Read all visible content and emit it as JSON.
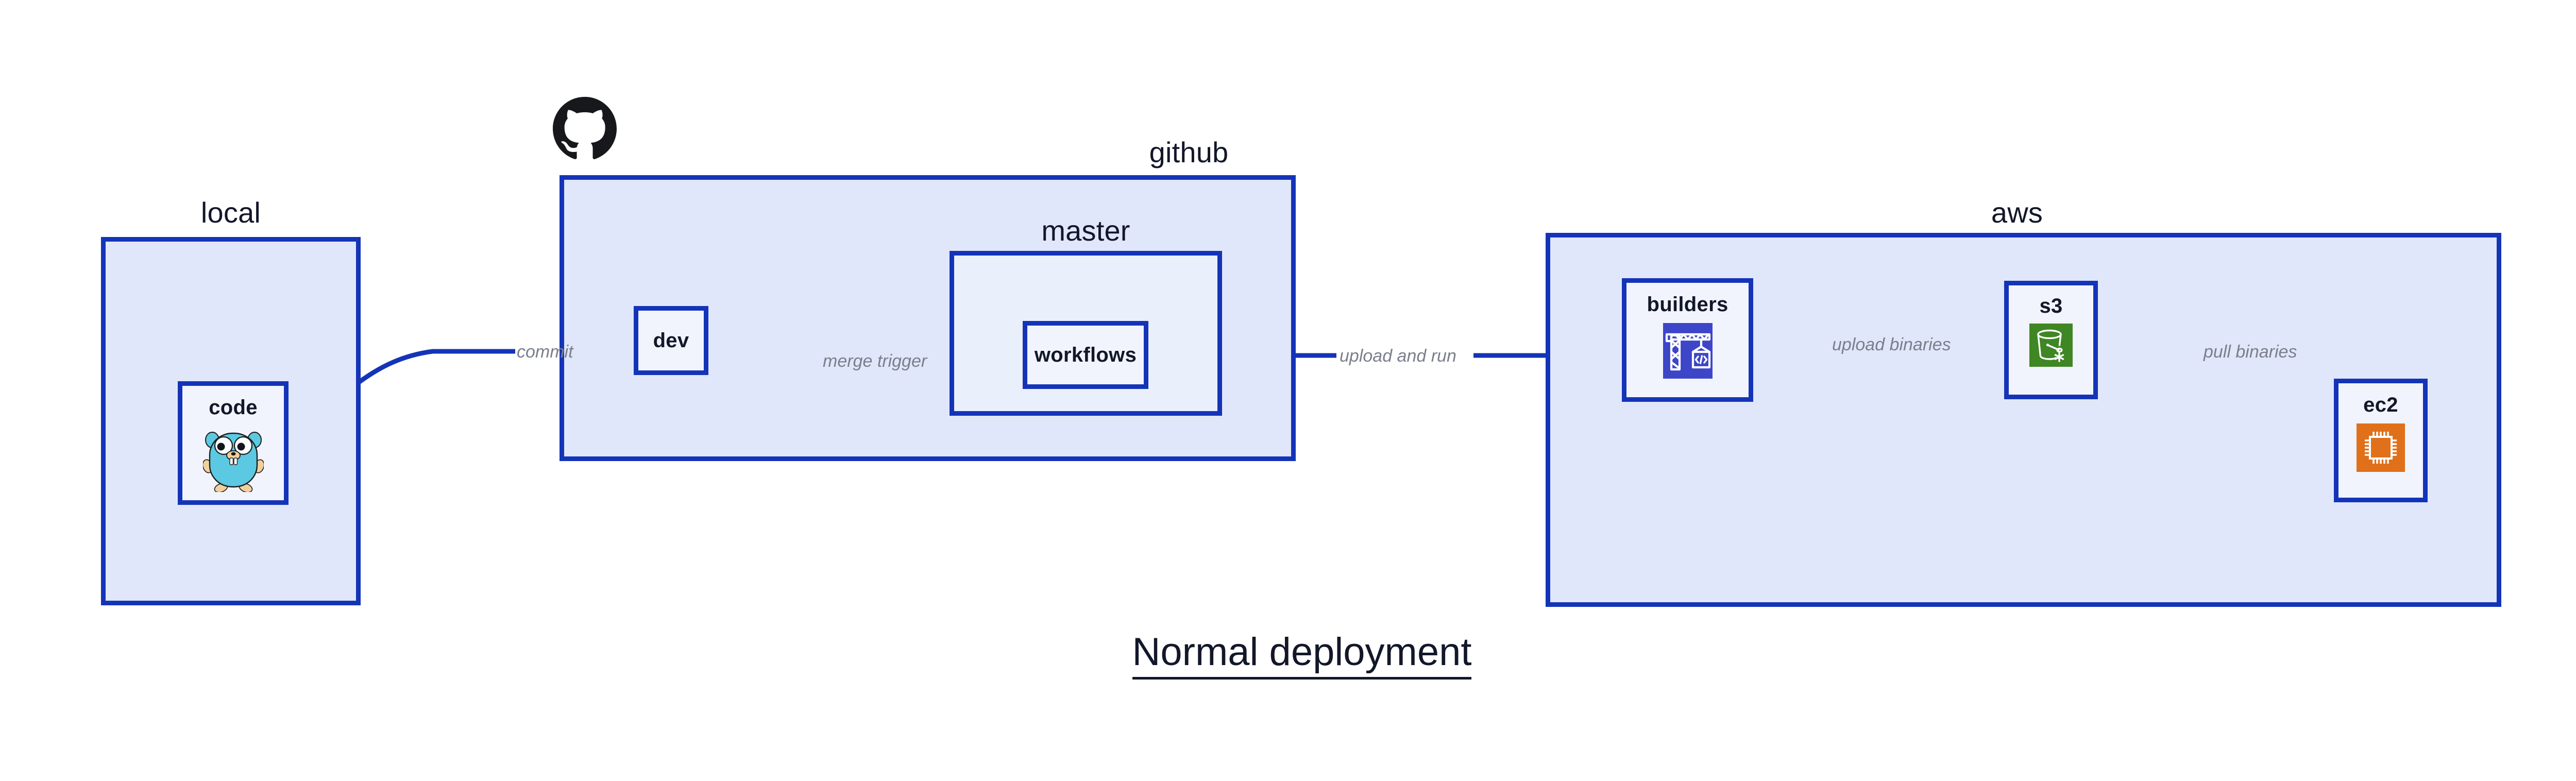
{
  "diagram": {
    "title": "Normal deployment",
    "colors": {
      "container_border": "#1434b8",
      "container_fill_level1": "#e1e7fa",
      "container_fill_level2": "#eaeffc",
      "node_fill": "#f1f4fd",
      "node_label": "#121729",
      "edge_stroke": "#1434b8",
      "edge_label": "#7b7f8c",
      "title_color": "#121729",
      "icon_codebuild": "#3d46c8",
      "icon_s3": "#3f8624",
      "icon_ec2": "#e0701a",
      "icon_gopher_body": "#5bc9e1",
      "icon_gopher_limb": "#f2cf9c",
      "icon_github": "#17181c"
    }
  },
  "groups": {
    "local": {
      "label": "local",
      "logo": null
    },
    "github": {
      "label": "github",
      "logo": "github-octocat-logo"
    },
    "master": {
      "label": "master",
      "logo": null
    },
    "aws": {
      "label": "aws",
      "logo": null
    }
  },
  "nodes": {
    "code": {
      "label": "code",
      "icon": "go-gopher-icon"
    },
    "dev": {
      "label": "dev",
      "icon": null
    },
    "workflows": {
      "label": "workflows",
      "icon": null
    },
    "builders": {
      "label": "builders",
      "icon": "aws-codebuild-icon"
    },
    "s3": {
      "label": "s3",
      "icon": "aws-s3-bucket-icon"
    },
    "ec2": {
      "label": "ec2",
      "icon": "aws-ec2-chip-icon"
    }
  },
  "edges": [
    {
      "id": "commit",
      "from": "code",
      "to": "dev",
      "label": "commit",
      "style": "curved"
    },
    {
      "id": "merge-trigger",
      "from": "dev",
      "to": "workflows",
      "label": "merge trigger",
      "style": "straight"
    },
    {
      "id": "upload-and-run",
      "from": "workflows",
      "to": "builders",
      "label": "upload and run",
      "style": "straight"
    },
    {
      "id": "upload-binaries",
      "from": "builders",
      "to": "s3",
      "label": "upload binaries",
      "style": "straight"
    },
    {
      "id": "pull-binaries",
      "from": "s3",
      "to": "ec2",
      "label": "pull binaries",
      "style": "curved"
    }
  ]
}
